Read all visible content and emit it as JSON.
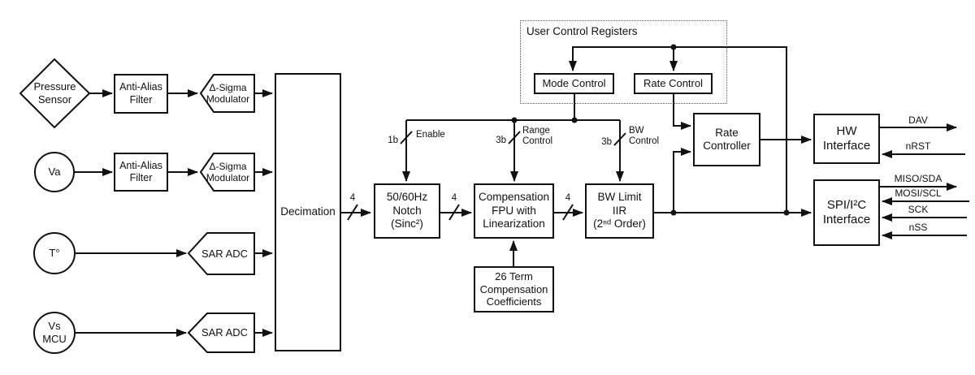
{
  "nodes": {
    "pressure_sensor": "Pressure\nSensor",
    "va": "Va",
    "temp": "T°",
    "vs_mcu": "Vs\nMCU",
    "anti_alias_1": "Anti-Alias\nFilter",
    "anti_alias_2": "Anti-Alias\nFilter",
    "delta_sigma_1": "Δ-Sigma\nModulator",
    "delta_sigma_2": "Δ-Sigma\nModulator",
    "sar_adc_1": "SAR ADC",
    "sar_adc_2": "SAR ADC",
    "decimation": "Decimation",
    "notch": "50/60Hz\nNotch\n(Sinc²)",
    "comp_fpu": "Compensation\nFPU with\nLinearization",
    "bw_limit": "BW Limit\nIIR\n(2ⁿᵈ Order)",
    "coefficients": "26 Term\nCompensation\nCoefficients",
    "user_control_registers": "User Control Registers",
    "mode_control": "Mode Control",
    "rate_control": "Rate Control",
    "rate_controller": "Rate\nController",
    "hw_interface": "HW\nInterface",
    "spi_interface": "SPI/I²C\nInterface"
  },
  "bus": {
    "width4": "4",
    "enable_bits": "1b",
    "enable_label": "Enable",
    "range_bits": "3b",
    "range_label": "Range\nControl",
    "bw_bits": "3b",
    "bw_label": "BW\nControl"
  },
  "pins": {
    "dav": "DAV",
    "nrst": "nRST",
    "miso_sda": "MISO/SDA",
    "mosi_scl": "MOSI/SCL",
    "sck": "SCK",
    "nss": "nSS"
  },
  "colors": {
    "line": "#111111",
    "background": "#ffffff"
  }
}
